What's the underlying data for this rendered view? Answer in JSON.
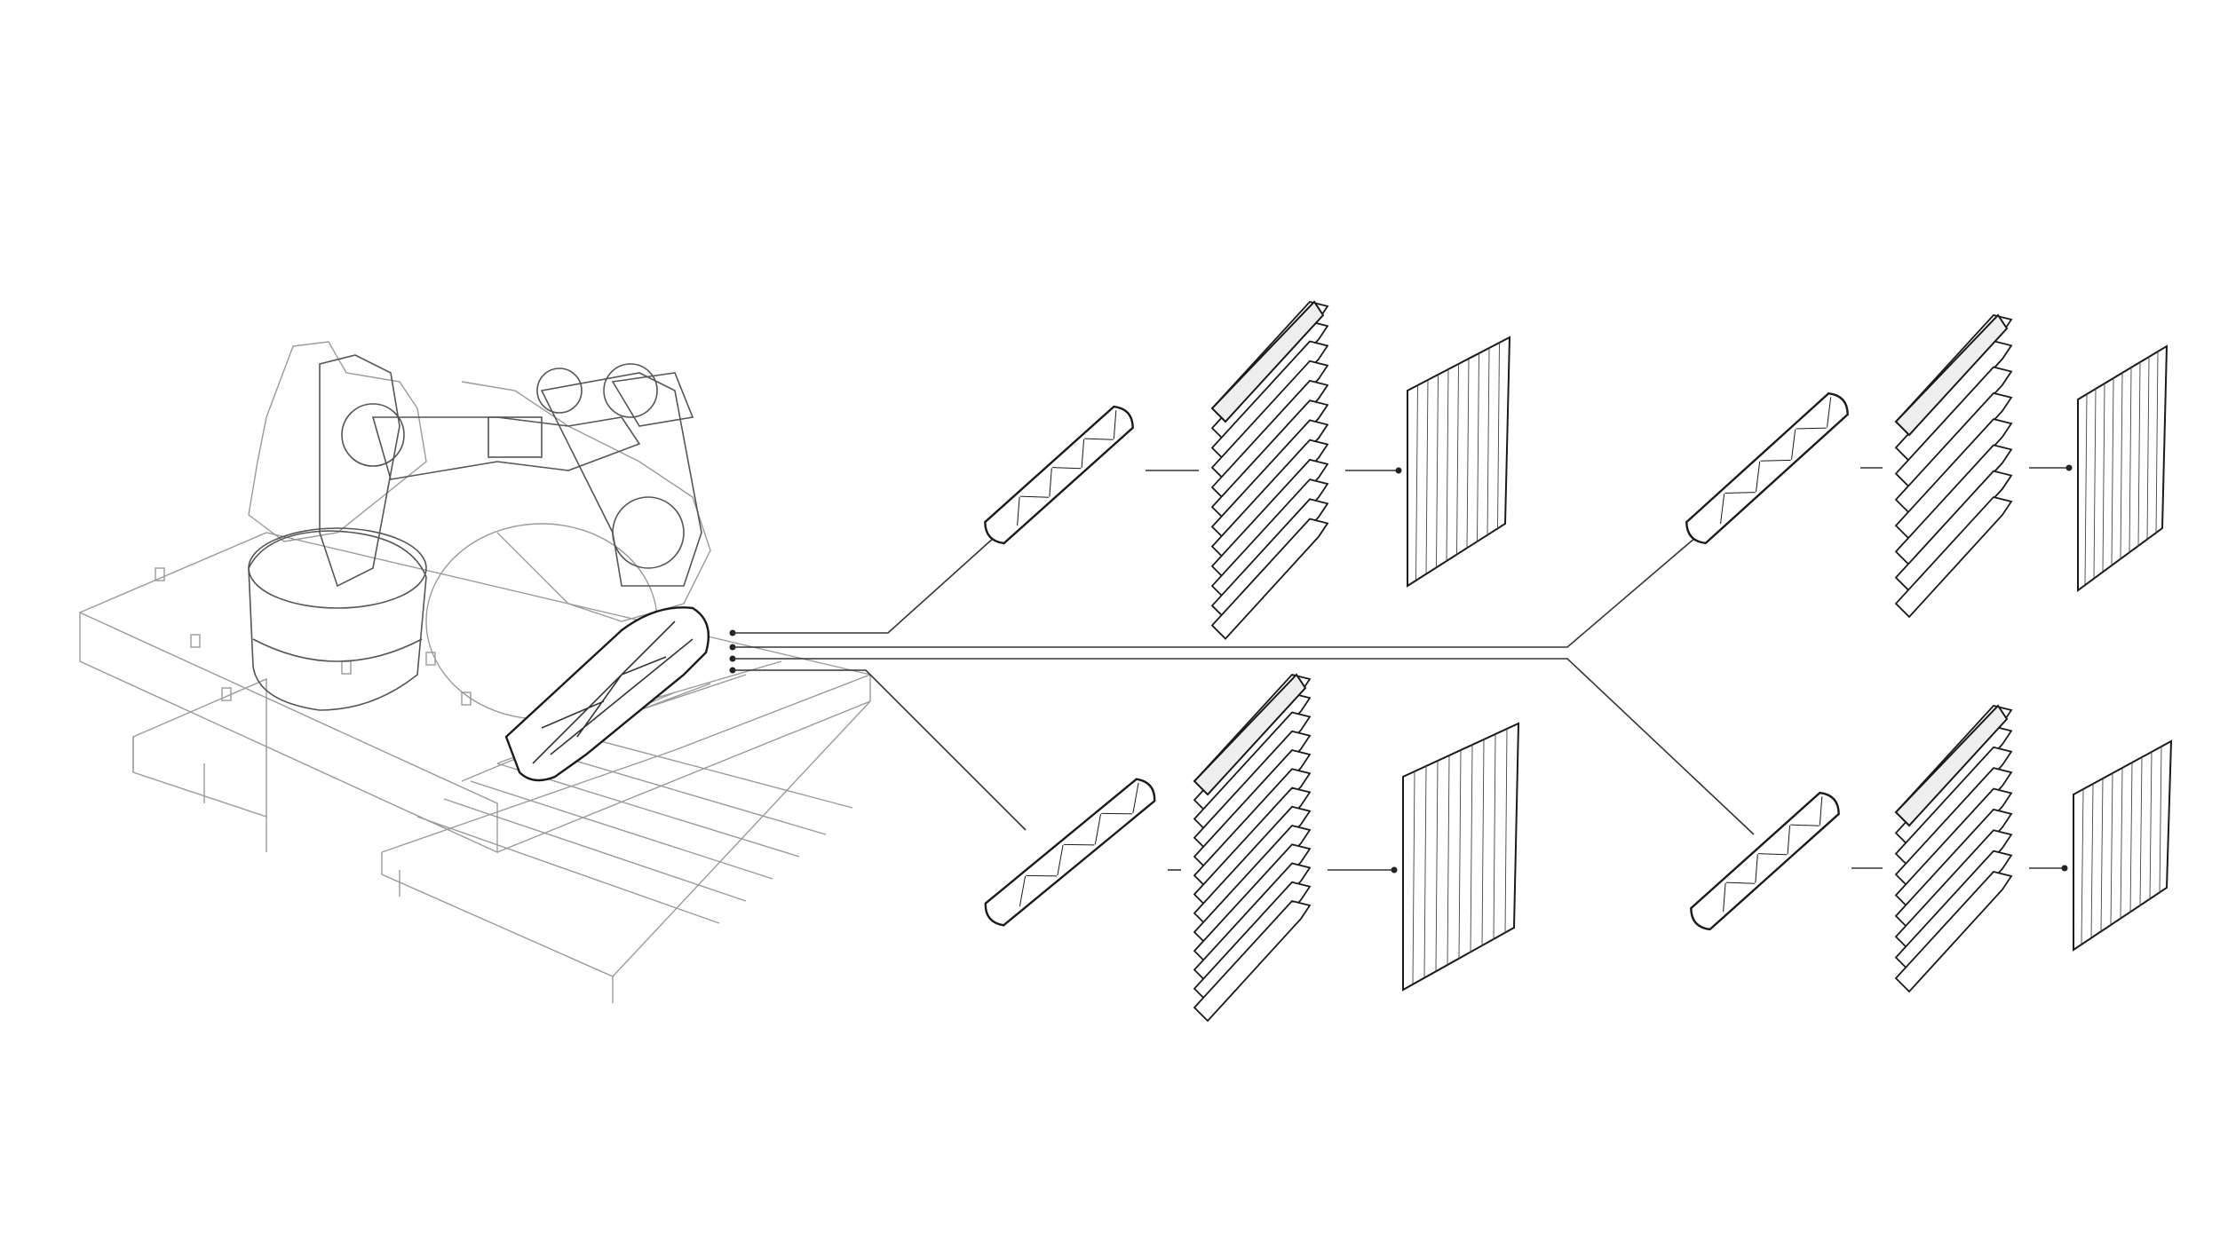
{
  "colors": {
    "ink": "#1a1a1a",
    "ghost": "#9a9a9a",
    "background": "#ffffff"
  },
  "variants": [
    {
      "id": "top-left",
      "slices": 12
    },
    {
      "id": "top-right",
      "slices": 8
    },
    {
      "id": "bottom-left",
      "slices": 13
    },
    {
      "id": "bottom-right",
      "slices": 9
    }
  ]
}
